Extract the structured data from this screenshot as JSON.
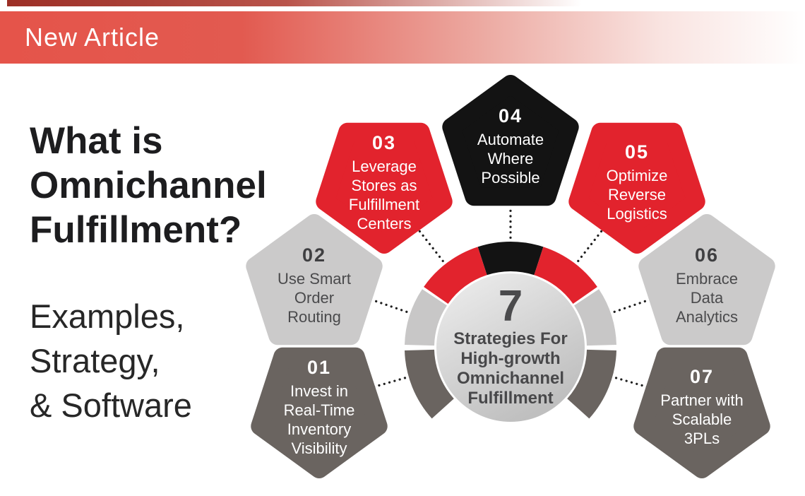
{
  "banner": {
    "title": "New Article",
    "accent_color": "#e5544a"
  },
  "heading": {
    "lines": [
      "What is",
      "Omnichannel",
      "Fulfillment?"
    ]
  },
  "subheading": {
    "lines": [
      "Examples,",
      "Strategy,",
      "& Software"
    ]
  },
  "center_circle": {
    "number": "7",
    "lines": [
      "Strategies For",
      "High-growth",
      "Omnichannel",
      "Fulfillment"
    ],
    "text_color": "#48484a"
  },
  "strategies": [
    {
      "number": "01",
      "lines": [
        "Invest in",
        "Real-Time",
        "Inventory",
        "Visibility"
      ],
      "color": "#6a6460",
      "text_color": "#ffffff",
      "position": "bottom-left",
      "orientation": "point-down"
    },
    {
      "number": "02",
      "lines": [
        "Use Smart",
        "Order",
        "Routing"
      ],
      "color": "#cbcaca",
      "text_color": "#4a4a4c",
      "position": "mid-left",
      "orientation": "point-up"
    },
    {
      "number": "03",
      "lines": [
        "Leverage",
        "Stores as",
        "Fulfillment",
        "Centers"
      ],
      "color": "#e2232d",
      "text_color": "#ffffff",
      "position": "upper-left",
      "orientation": "point-down"
    },
    {
      "number": "04",
      "lines": [
        "Automate",
        "Where",
        "Possible"
      ],
      "color": "#131313",
      "text_color": "#ffffff",
      "position": "top",
      "orientation": "point-up"
    },
    {
      "number": "05",
      "lines": [
        "Optimize",
        "Reverse",
        "Logistics"
      ],
      "color": "#e2232d",
      "text_color": "#ffffff",
      "position": "upper-right",
      "orientation": "point-down"
    },
    {
      "number": "06",
      "lines": [
        "Embrace",
        "Data",
        "Analytics"
      ],
      "color": "#cbcaca",
      "text_color": "#4a4a4c",
      "position": "mid-right",
      "orientation": "point-up"
    },
    {
      "number": "07",
      "lines": [
        "Partner with",
        "Scalable",
        "3PLs"
      ],
      "color": "#6a6460",
      "text_color": "#ffffff",
      "position": "bottom-right",
      "orientation": "point-down"
    }
  ],
  "ring": {
    "segments": [
      {
        "position": "top",
        "color": "#131313"
      },
      {
        "position": "upper-left",
        "color": "#e2232d"
      },
      {
        "position": "upper-right",
        "color": "#e2232d"
      },
      {
        "position": "left",
        "color": "#c8c7c7"
      },
      {
        "position": "right",
        "color": "#c8c7c7"
      },
      {
        "position": "lower-left",
        "color": "#6a6460"
      },
      {
        "position": "lower-right",
        "color": "#6a6460"
      }
    ]
  }
}
